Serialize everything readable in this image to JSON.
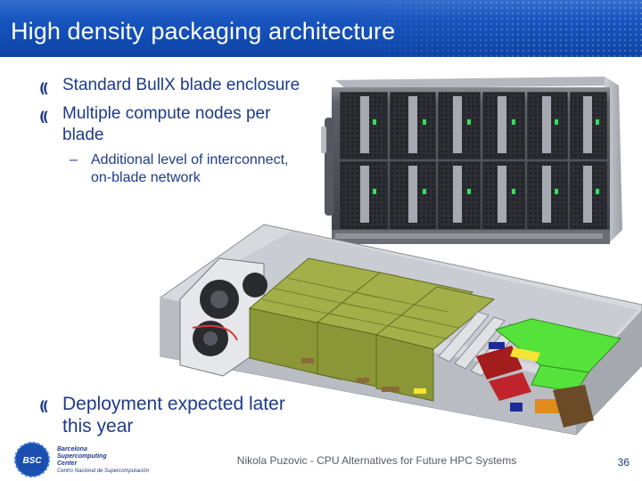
{
  "slide": {
    "title": "High density packaging architecture",
    "bullets": [
      {
        "text": "Standard BullX blade enclosure"
      },
      {
        "text": "Multiple compute nodes per blade",
        "sub": [
          "Additional level of interconnect, on-blade network"
        ]
      }
    ],
    "bottom_bullet": "Deployment expected later this year",
    "bullet_marker": "((",
    "sub_marker": "–",
    "footer": "Nikola Puzovic - CPU Alternatives for Future HPC Systems",
    "page_number": "36",
    "logo": {
      "abbrev": "BSC",
      "lines": [
        "Barcelona",
        "Supercomputing",
        "Center"
      ],
      "tagline": "Centro Nacional de Supercomputación"
    }
  },
  "colors": {
    "title_bar": "#1450b8",
    "text": "#1d3a8a",
    "board_green": "#9aa83c",
    "pcb_green": "#55e23a"
  },
  "images": {
    "enclosure": "blade-enclosure-photo",
    "blade": "compute-blade-render"
  }
}
